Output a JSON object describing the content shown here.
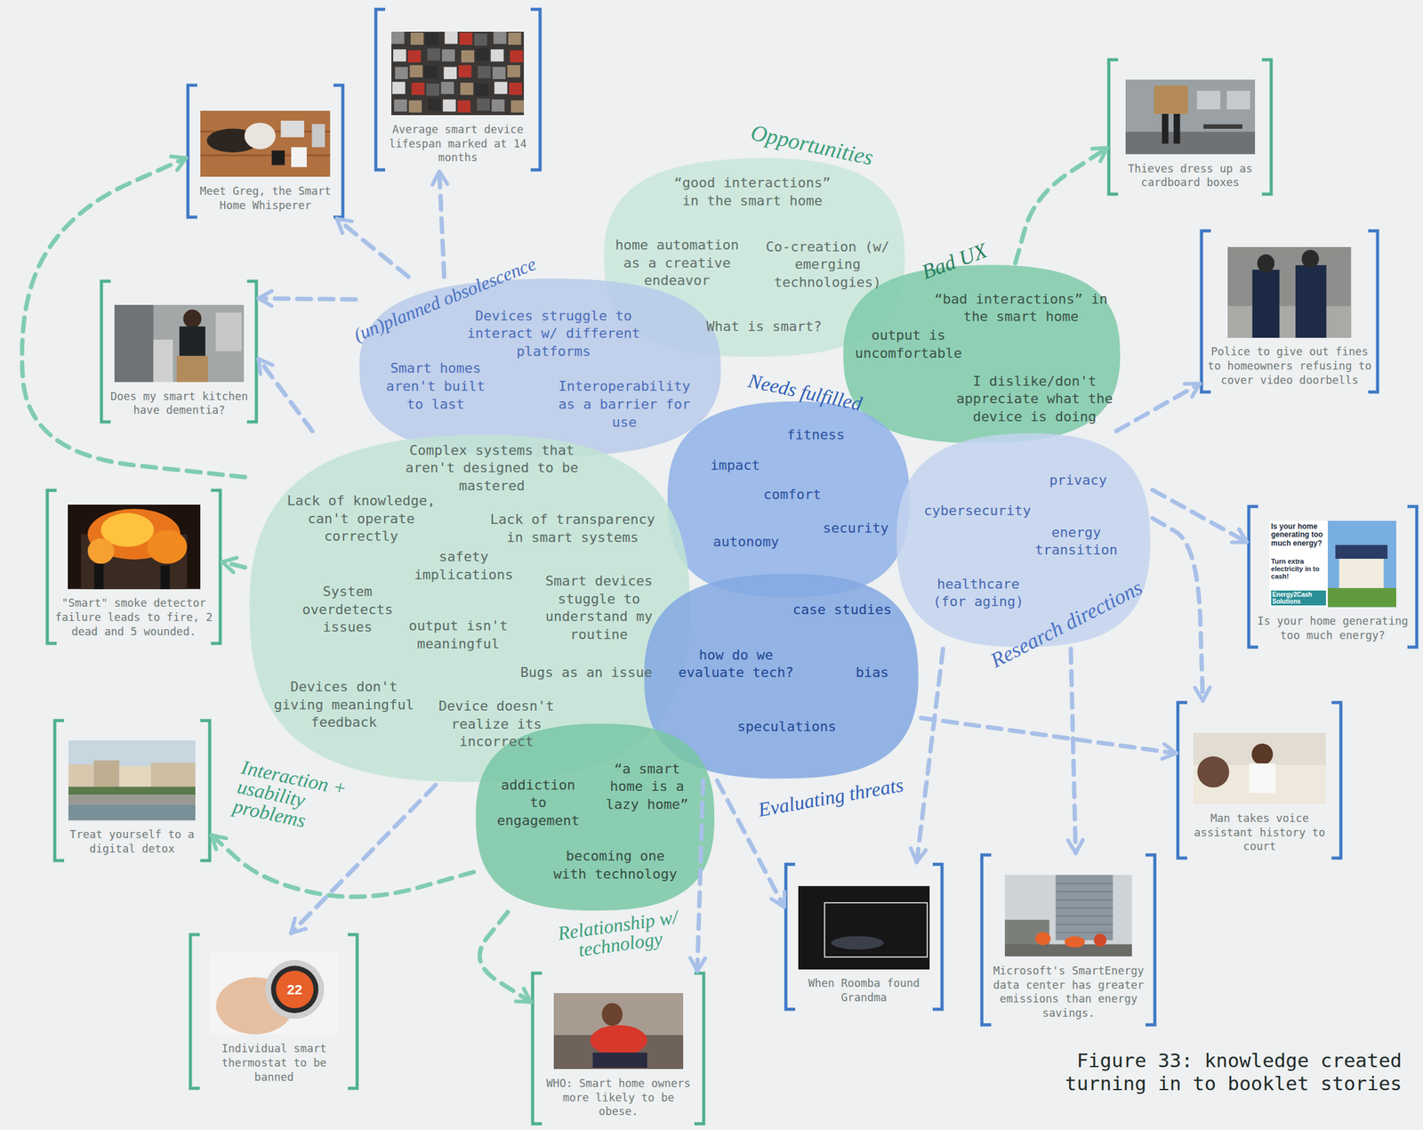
{
  "diagram": {
    "caption": "Figure 33: knowledge created turning in to booklet stories",
    "nodes": [
      {
        "text": [
          "Opportunities",
          "“good interactions” in the smart home",
          "home automation as a creative endeavor",
          "Co-creation (w/ emerging technologies)",
          "What is smart?"
        ]
      },
      {
        "text": [
          "(un)planned obsolescence",
          "Devices struggle to interact w/ different platforms",
          "Smart homes aren't built to last",
          "Interoperability as a barrier for use"
        ]
      },
      {
        "text": [
          "Bad UX",
          "“bad interactions” in the smart home",
          "output is uncomfortable",
          "I dislike/don't appreciate what the device is doing"
        ]
      },
      {
        "text": [
          "Needs fulfilled",
          "fitness",
          "impact",
          "comfort",
          "security",
          "autonomy"
        ]
      },
      {
        "text": [
          "Interaction + usability problems",
          "Complex systems that aren't designed to be mastered",
          "Lack of knowledge, can't operate correctly",
          "Lack of transparency in smart systems",
          "safety implications",
          "System overdetects issues",
          "Smart devices stuggle to understand my routine",
          "output isn't meaningful",
          "Bugs as an issue",
          "Devices don't giving meaningful feedback",
          "Device doesn't realize its incorrect"
        ]
      },
      {
        "text": [
          "Research directions",
          "privacy",
          "cybersecurity",
          "energy transition",
          "healthcare (for aging)"
        ]
      },
      {
        "text": [
          "Evaluating threats",
          "case studies",
          "how do we evaluate tech?",
          "bias",
          "speculations"
        ]
      },
      {
        "text": [
          "Relationship w/ technology",
          "addiction to engagement",
          "“a smart home is a lazy home”",
          "becoming one with technology"
        ]
      },
      {
        "text": [
          "Average smart device lifespan marked at 14 months"
        ]
      },
      {
        "text": [
          "Meet Greg, the Smart Home Whisperer"
        ]
      },
      {
        "text": [
          "Thieves dress up as cardboard boxes"
        ]
      },
      {
        "text": [
          "Does my smart kitchen have dementia?"
        ]
      },
      {
        "text": [
          "Police to give out fines to homeowners refusing to cover video doorbells"
        ]
      },
      {
        "text": [
          "\"Smart\" smoke detector failure leads to fire, 2 dead and 5 wounded."
        ]
      },
      {
        "text": [
          "Is your home generating too much energy?"
        ]
      },
      {
        "text": [
          "Man takes voice assistant history to court"
        ]
      },
      {
        "text": [
          "Treat yourself to a digital detox"
        ]
      },
      {
        "text": [
          "When Roomba found Grandma"
        ]
      },
      {
        "text": [
          "Microsoft's SmartEnergy data center has greater emissions than energy savings."
        ]
      },
      {
        "text": [
          "Individual smart thermostat to be banned"
        ]
      },
      {
        "text": [
          "WHO: Smart home owners more likely to be obese."
        ]
      }
    ],
    "edges": [
      {
        "from": 1,
        "to": 9,
        "arrow": "to"
      },
      {
        "from": 1,
        "to": 8,
        "arrow": "to"
      },
      {
        "from": 1,
        "to": 11,
        "arrow": "to"
      },
      {
        "from": 4,
        "to": 11,
        "arrow": "to"
      },
      {
        "from": 4,
        "to": 9,
        "arrow": "to"
      },
      {
        "from": 4,
        "to": 13,
        "arrow": "to"
      },
      {
        "from": 7,
        "to": 16,
        "arrow": "to"
      },
      {
        "from": 4,
        "to": 19,
        "arrow": "to"
      },
      {
        "from": 7,
        "to": 20,
        "arrow": "to"
      },
      {
        "from": 6,
        "to": 20,
        "arrow": "to"
      },
      {
        "from": 6,
        "to": 17,
        "arrow": "to"
      },
      {
        "from": 5,
        "to": 17,
        "arrow": "to"
      },
      {
        "from": 5,
        "to": 18,
        "arrow": "to"
      },
      {
        "from": 5,
        "to": 15,
        "arrow": "to"
      },
      {
        "from": 6,
        "to": 15,
        "arrow": "to"
      },
      {
        "from": 5,
        "to": 14,
        "arrow": "to"
      },
      {
        "from": 5,
        "to": 12,
        "arrow": "to"
      },
      {
        "from": 2,
        "to": 10,
        "arrow": "to"
      }
    ],
    "labels": [
      "22",
      "Is your home generating too much energy?",
      "Turn extra electricity in to cash!",
      "Energy2Cash Solutions"
    ]
  }
}
